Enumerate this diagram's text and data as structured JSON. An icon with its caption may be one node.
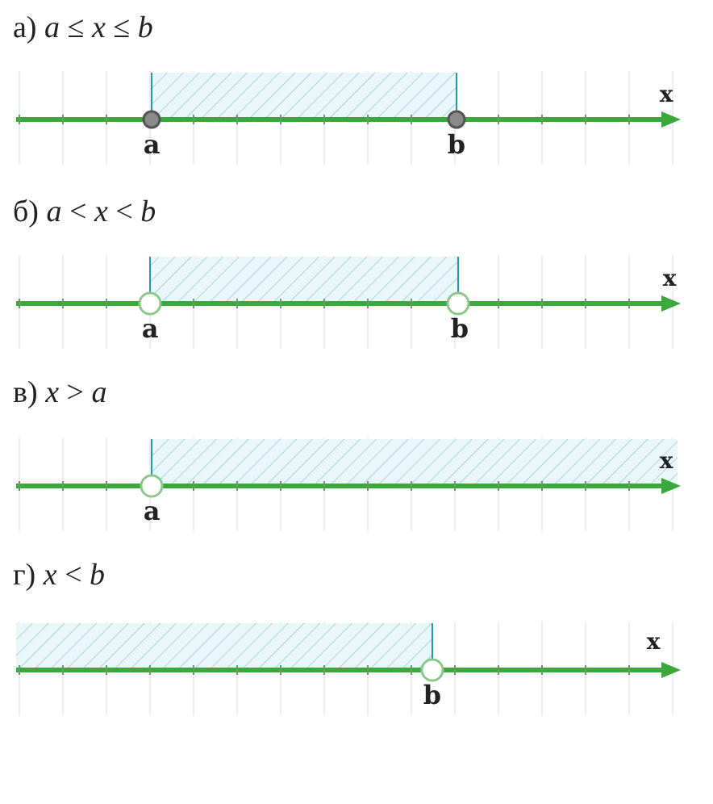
{
  "diagram": {
    "labels": [
      "а) *a* ≤ *x* ≤ *b*",
      "x",
      "a",
      "b",
      "б) *a* < *x* < *b*",
      "x",
      "a",
      "b",
      "в) *x* > *a*",
      "x",
      "a",
      "г) *x* < *b*",
      "x",
      "b"
    ]
  }
}
